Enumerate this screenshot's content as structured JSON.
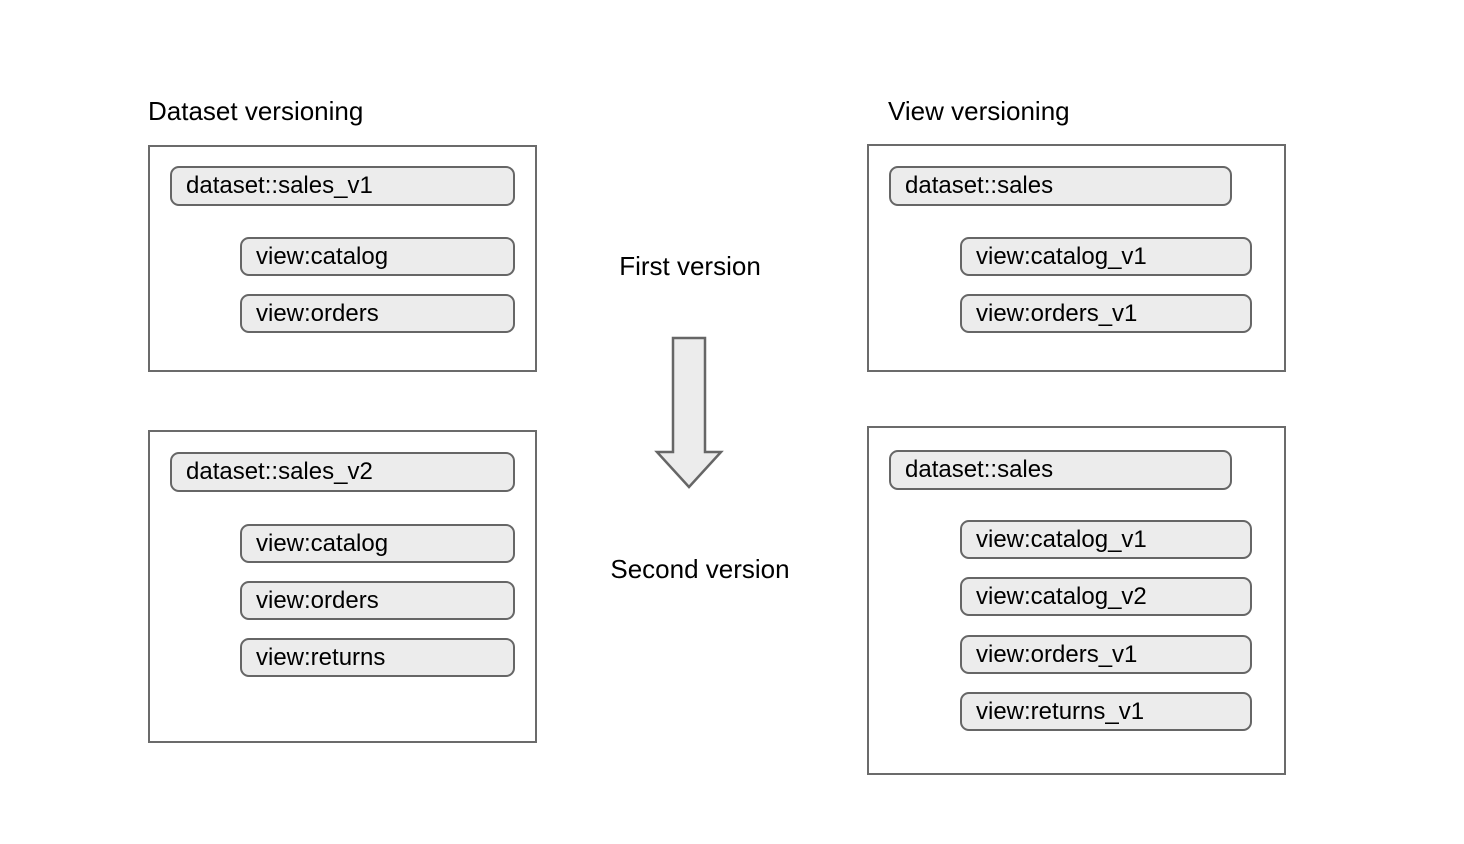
{
  "columns": [
    {
      "heading": "Dataset versioning",
      "groups": [
        {
          "dataset": "dataset::sales_v1",
          "views": [
            "view:catalog",
            "view:orders"
          ]
        },
        {
          "dataset": "dataset::sales_v2",
          "views": [
            "view:catalog",
            "view:orders",
            "view:returns"
          ]
        }
      ]
    },
    {
      "heading": "View versioning",
      "groups": [
        {
          "dataset": "dataset::sales",
          "views": [
            "view:catalog_v1",
            "view:orders_v1"
          ]
        },
        {
          "dataset": "dataset::sales",
          "views": [
            "view:catalog_v1",
            "view:catalog_v2",
            "view:orders_v1",
            "view:returns_v1"
          ]
        }
      ]
    }
  ],
  "center": {
    "first_label": "First version",
    "second_label": "Second version",
    "arrow_icon": "arrow-down-icon"
  },
  "colors": {
    "pill_fill": "#ececec",
    "pill_border": "#666666",
    "box_border": "#6b6b6b",
    "arrow_fill": "#ececec",
    "arrow_border": "#666666",
    "text": "#000000",
    "background": "#ffffff"
  }
}
